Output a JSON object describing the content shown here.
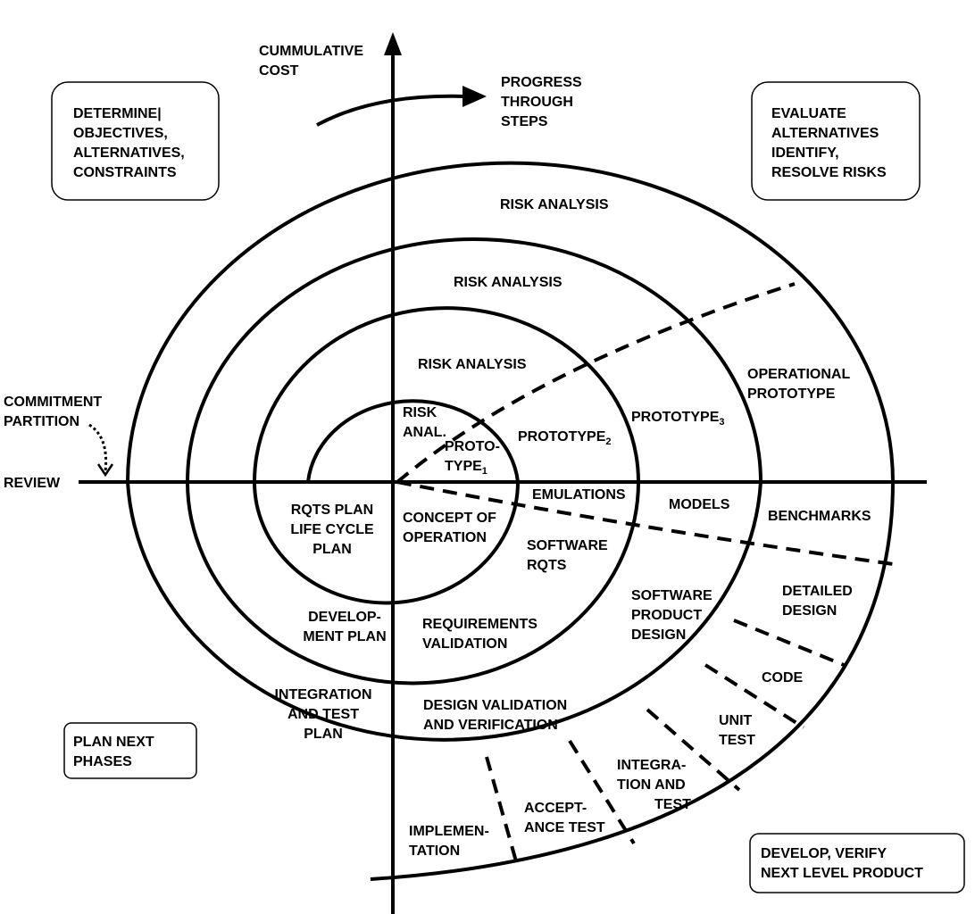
{
  "axes": {
    "vertical_label": [
      "CUMMULATIVE",
      "COST"
    ],
    "progress_label": [
      "PROGRESS",
      "THROUGH",
      "STEPS"
    ],
    "review_label": "REVIEW",
    "commitment_label": [
      "COMMITMENT",
      "PARTITION"
    ]
  },
  "quadrant_boxes": {
    "top_left": [
      "DETERMINE|",
      "OBJECTIVES,",
      "ALTERNATIVES,",
      "CONSTRAINTS"
    ],
    "top_right": [
      "EVALUATE",
      "ALTERNATIVES",
      "IDENTIFY,",
      "RESOLVE RISKS"
    ],
    "bottom_left": [
      "PLAN NEXT",
      "PHASES"
    ],
    "bottom_right": [
      "DEVELOP, VERIFY",
      "NEXT LEVEL PRODUCT"
    ]
  },
  "risk_analysis": [
    "RISK ANALYSIS",
    "RISK ANALYSIS",
    "RISK ANALYSIS",
    [
      "RISK",
      "ANAL."
    ]
  ],
  "prototypes": {
    "p1": [
      "PROTO-",
      "TYPE",
      "1"
    ],
    "p2": [
      "PROTOTYPE",
      "2"
    ],
    "p3": [
      "PROTOTYPE",
      "3"
    ],
    "operational": [
      "OPERATIONAL",
      "PROTOTYPE"
    ]
  },
  "simulations": [
    "EMULATIONS",
    "MODELS",
    "BENCHMARKS"
  ],
  "plans": {
    "rqts": [
      "RQTS PLAN",
      "LIFE CYCLE",
      "PLAN"
    ],
    "development": [
      "DEVELOP-",
      "MENT PLAN"
    ],
    "integration": [
      "INTEGRATION",
      "AND TEST",
      "PLAN"
    ]
  },
  "development": {
    "concept": [
      "CONCEPT OF",
      "OPERATION"
    ],
    "software_rqts": [
      "SOFTWARE",
      "RQTS"
    ],
    "requirements_validation": [
      "REQUIREMENTS",
      "VALIDATION"
    ],
    "product_design": [
      "SOFTWARE",
      "PRODUCT",
      "DESIGN"
    ],
    "design_validation": [
      "DESIGN VALIDATION",
      "AND VERIFICATION"
    ],
    "detailed_design": [
      "DETAILED",
      "DESIGN"
    ],
    "code": "CODE",
    "unit_test": [
      "UNIT",
      "TEST"
    ],
    "integration_test": [
      "INTEGRA-",
      "TION AND",
      "TEST"
    ],
    "acceptance_test": [
      "ACCEPT-",
      "ANCE TEST"
    ],
    "implementation": [
      "IMPLEMEN-",
      "TATION"
    ]
  }
}
